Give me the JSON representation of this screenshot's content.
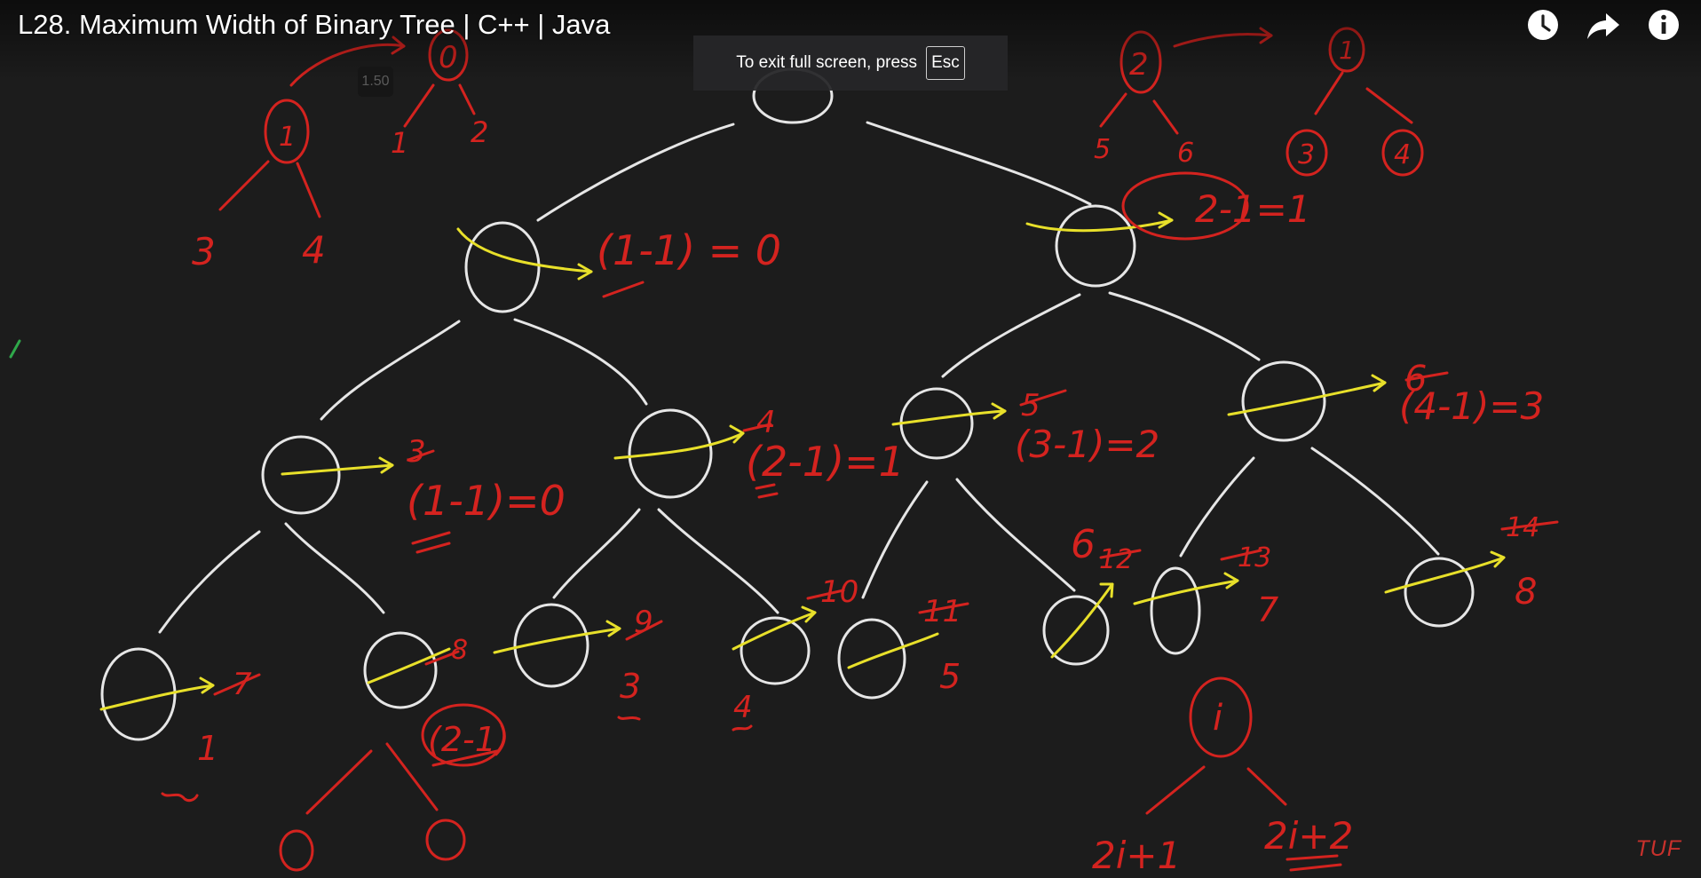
{
  "player": {
    "title": "L28. Maximum Width of Binary Tree | C++ | Java",
    "speed_badge": "1.50",
    "fullscreen_notice": {
      "text": "To exit full screen, press",
      "key": "Esc"
    },
    "top_controls": [
      {
        "icon": "clock-icon",
        "label": "Watch later"
      },
      {
        "icon": "share-icon",
        "label": "Share"
      },
      {
        "icon": "info-icon",
        "label": "Info"
      }
    ],
    "watermark": "TUF"
  },
  "colors": {
    "background": "#1c1c1c",
    "chalk_white": "#e6e6e6",
    "marker_red": "#d4231f",
    "marker_yellow": "#e8e02a",
    "marker_green": "#2fa84a"
  },
  "whiteboard": {
    "expressions": {
      "level1_left": "(1-1) = 0",
      "level1_right": "2-1=1",
      "level2_1": "(1-1)=0",
      "level2_2": "(2-1)=1",
      "level2_3": "(3-1)=2",
      "level2_4": "(4-1)=3",
      "level3_partial": "(2-1)"
    },
    "crossed_out_indices": [
      "3",
      "4",
      "5",
      "6",
      "7",
      "8",
      "9",
      "10",
      "11",
      "12",
      "13",
      "14"
    ],
    "new_indices": [
      "1",
      "3",
      "4",
      "5",
      "6",
      "7",
      "8"
    ],
    "example_top_left": {
      "root": "0",
      "children": [
        "1",
        "2"
      ],
      "sub_root": "1",
      "sub_children": [
        "3",
        "4"
      ]
    },
    "example_top_right": {
      "root": "2",
      "children": [
        "5",
        "6"
      ],
      "target_root": "1",
      "target_children": [
        "3",
        "4"
      ]
    },
    "formula": {
      "node": "i",
      "left": "2i+1",
      "right": "2i+2"
    }
  }
}
